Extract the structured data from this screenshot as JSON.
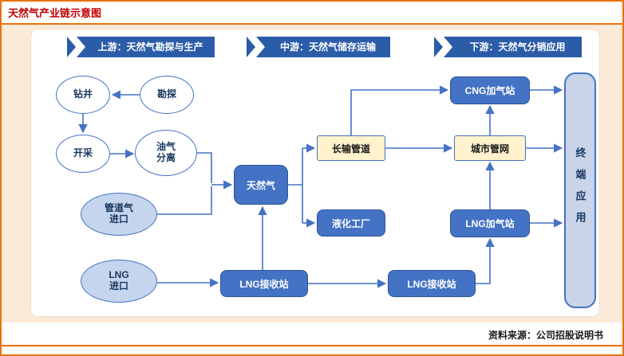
{
  "header": {
    "title": "天然气产业链示意图"
  },
  "footer": {
    "source": "资料来源：公司招股说明书"
  },
  "banners": {
    "upstream": "上游：天然气勘探与生产",
    "midstream": "中游：天然气储存运输",
    "downstream": "下游：天然气分销应用"
  },
  "nodes": {
    "drilling": "钻井",
    "exploration": "勘探",
    "extraction": "开采",
    "separation": [
      "油气",
      "分离"
    ],
    "pipeline_import": [
      "管道气",
      "进口"
    ],
    "lng_import": [
      "LNG",
      "进口"
    ],
    "natural_gas": "天然气",
    "lng_receiving_1": "LNG接收站",
    "lng_receiving_2": "LNG接收站",
    "liquefaction": "液化工厂",
    "long_pipeline": "长输管道",
    "city_network": "城市管网",
    "cng_station": "CNG加气站",
    "lng_station": "LNG加气站",
    "terminal": "终端应用"
  },
  "edges": [
    {
      "from": "勘探",
      "to": "钻井"
    },
    {
      "from": "钻井",
      "to": "开采"
    },
    {
      "from": "开采",
      "to": "油气分离"
    },
    {
      "from": "油气分离",
      "to": "天然气"
    },
    {
      "from": "管道气进口",
      "to": "天然气"
    },
    {
      "from": "LNG进口",
      "to": "LNG接收站"
    },
    {
      "from": "LNG接收站",
      "to": "天然气"
    },
    {
      "from": "LNG接收站",
      "to": "LNG接收站(下游)"
    },
    {
      "from": "天然气",
      "to": "长输管道"
    },
    {
      "from": "天然气",
      "to": "液化工厂"
    },
    {
      "from": "长输管道",
      "to": "CNG加气站"
    },
    {
      "from": "长输管道",
      "to": "城市管网"
    },
    {
      "from": "城市管网",
      "to": "CNG加气站"
    },
    {
      "from": "城市管网",
      "to": "终端应用"
    },
    {
      "from": "CNG加气站",
      "to": "终端应用"
    },
    {
      "from": "LNG接收站(下游)",
      "to": "LNG加气站"
    },
    {
      "from": "LNG加气站",
      "to": "城市管网"
    },
    {
      "from": "LNG加气站",
      "to": "终端应用"
    }
  ],
  "colors": {
    "frame_orange": "#e8730c",
    "title_red": "#c00000",
    "banner_blue": "#2b5ca8",
    "node_blue": "#4472c4",
    "node_yellow": "#fff2cc",
    "ellipse_light_blue": "#c6d5ee",
    "terminal_fill": "#c9d4e8",
    "background_peach": "#fcead9"
  }
}
